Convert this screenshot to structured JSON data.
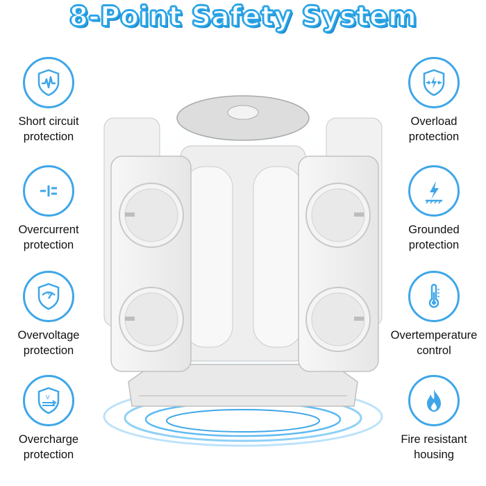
{
  "title": "8-Point Safety System",
  "colors": {
    "accent": "#3ea6e8",
    "title_stroke": "#2aa4e6"
  },
  "features_left": [
    {
      "icon": "shield-heartbeat-icon",
      "label": "Short circuit\nprotection"
    },
    {
      "icon": "current-lines-icon",
      "label": "Overcurrent\nprotection"
    },
    {
      "icon": "shield-gauge-icon",
      "label": "Overvoltage\nprotection"
    },
    {
      "icon": "shield-voltage-arrow-icon",
      "label": "Overcharge\nprotection"
    }
  ],
  "features_right": [
    {
      "icon": "shield-bolt-arrows-icon",
      "label": "Overload\nprotection"
    },
    {
      "icon": "ground-bolt-icon",
      "label": "Grounded\nprotection"
    },
    {
      "icon": "thermometer-icon",
      "label": "Overtemperature\ncontrol"
    },
    {
      "icon": "fire-icon",
      "label": "Fire resistant\nhousing"
    }
  ],
  "product": {
    "icon": "power-tower-socket-icon"
  }
}
